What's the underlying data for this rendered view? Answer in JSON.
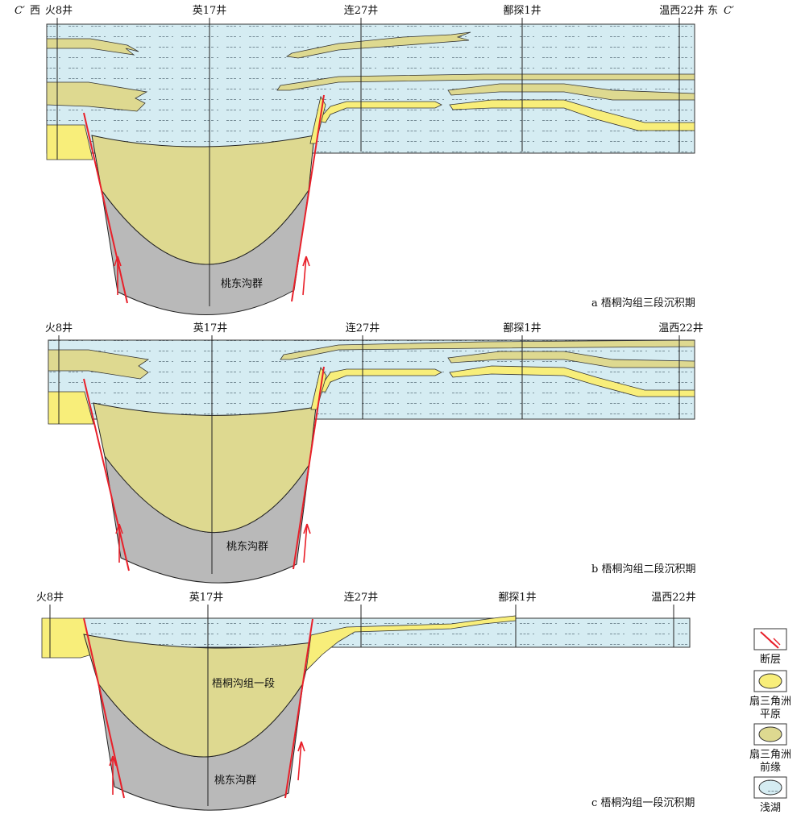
{
  "panels": [
    {
      "id": "a",
      "caption": "a  梧桐沟组三段沉积期",
      "corner_left": "C′",
      "corner_right": "C′",
      "dir_left": "西",
      "dir_right": "东",
      "wells": [
        "火8井",
        "英17井",
        "连27井",
        "鄯探1井",
        "温西22井"
      ],
      "inner_labels": [
        "桃东沟群"
      ]
    },
    {
      "id": "b",
      "caption": "b  梧桐沟组二段沉积期",
      "wells": [
        "火8井",
        "英17井",
        "连27井",
        "鄯探1井",
        "温西22井"
      ],
      "inner_labels": [
        "桃东沟群"
      ]
    },
    {
      "id": "c",
      "caption": "c  梧桐沟组一段沉积期",
      "wells": [
        "火8井",
        "英17井",
        "连27井",
        "鄯探1井",
        "温西22井"
      ],
      "inner_labels": [
        "梧桐沟组一段",
        "桃东沟群"
      ]
    }
  ],
  "legend": [
    {
      "icon": "fault-icon",
      "label": "断层"
    },
    {
      "icon": "fan-delta-plain-icon",
      "label_lines": [
        "扇三角洲",
        "平原"
      ],
      "color": "#f8ee7a"
    },
    {
      "icon": "fan-delta-front-icon",
      "label_lines": [
        "扇三角洲",
        "前缘"
      ],
      "color": "#ded990"
    },
    {
      "icon": "shallow-lake-icon",
      "label": "浅湖",
      "color": "#d5ecf2"
    }
  ],
  "colors": {
    "lake": "#d5ecf2",
    "fan_plain": "#f8ee7a",
    "fan_front": "#ded990",
    "basement": "#b9b9b9",
    "fault": "#e8202a"
  }
}
